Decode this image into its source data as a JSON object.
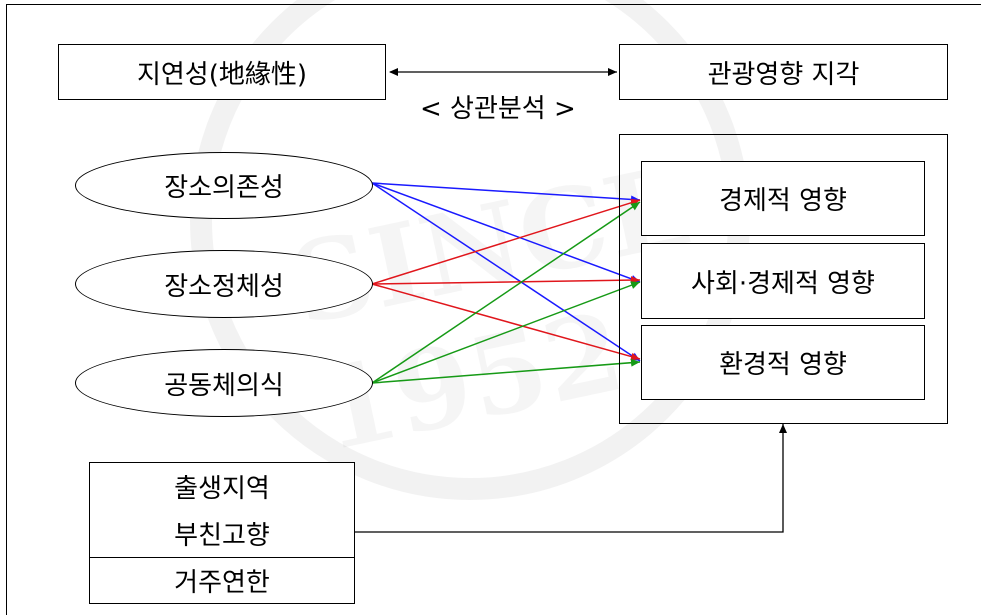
{
  "top": {
    "left_box": "지연성(地緣性)",
    "right_box": "관광영향 지각",
    "relation_label": "< 상관분석 >"
  },
  "left_factors": [
    "장소의존성",
    "장소정체성",
    "공동체의식"
  ],
  "right_impacts": [
    "경제적 영향",
    "사회·경제적 영향",
    "환경적 영향"
  ],
  "control_box": [
    "출생지역",
    "부친고향",
    "거주연한"
  ],
  "watermark": "SINCE 1952",
  "colors": {
    "factor_1": "#1a1aff",
    "factor_2": "#e0161c",
    "factor_3": "#169a16",
    "line": "#000000"
  }
}
